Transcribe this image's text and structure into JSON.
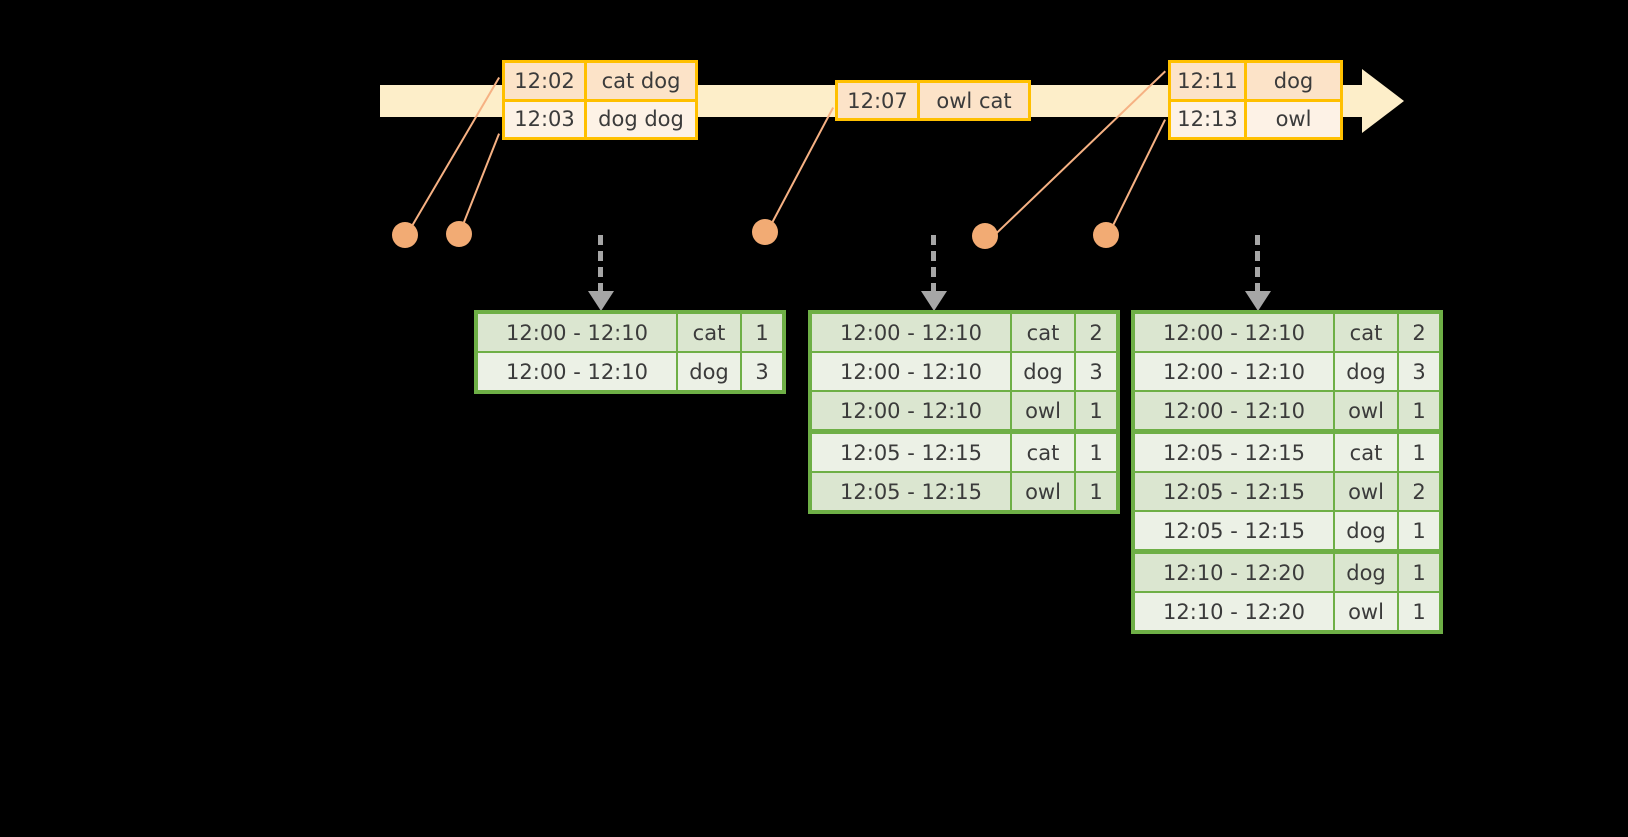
{
  "timeline": {
    "name": "event-stream-timeline",
    "arrow_direction": "right",
    "events": [
      {
        "id": "group-1",
        "rows": [
          {
            "time": "12:02",
            "words": "cat dog"
          },
          {
            "time": "12:03",
            "words": "dog dog"
          }
        ]
      },
      {
        "id": "group-2",
        "rows": [
          {
            "time": "12:07",
            "words": "owl cat"
          }
        ]
      },
      {
        "id": "group-3",
        "rows": [
          {
            "time": "12:11",
            "words": "dog"
          },
          {
            "time": "12:13",
            "words": "owl"
          }
        ]
      }
    ]
  },
  "result_tables": [
    {
      "id": "table-1",
      "rows": [
        {
          "window": "12:00 - 12:10",
          "word": "cat",
          "count": "1"
        },
        {
          "window": "12:00 - 12:10",
          "word": "dog",
          "count": "3"
        }
      ]
    },
    {
      "id": "table-2",
      "rows": [
        {
          "window": "12:00 - 12:10",
          "word": "cat",
          "count": "2"
        },
        {
          "window": "12:00 - 12:10",
          "word": "dog",
          "count": "3"
        },
        {
          "window": "12:00 - 12:10",
          "word": "owl",
          "count": "1"
        },
        {
          "window": "12:05 - 12:15",
          "word": "cat",
          "count": "1"
        },
        {
          "window": "12:05 - 12:15",
          "word": "owl",
          "count": "1"
        }
      ]
    },
    {
      "id": "table-3",
      "rows": [
        {
          "window": "12:00 - 12:10",
          "word": "cat",
          "count": "2"
        },
        {
          "window": "12:00 - 12:10",
          "word": "dog",
          "count": "3"
        },
        {
          "window": "12:00 - 12:10",
          "word": "owl",
          "count": "1"
        },
        {
          "window": "12:05 - 12:15",
          "word": "cat",
          "count": "1"
        },
        {
          "window": "12:05 - 12:15",
          "word": "owl",
          "count": "2"
        },
        {
          "window": "12:05 - 12:15",
          "word": "dog",
          "count": "1"
        },
        {
          "window": "12:10 - 12:20",
          "word": "dog",
          "count": "1"
        },
        {
          "window": "12:10 - 12:20",
          "word": "owl",
          "count": "1"
        }
      ]
    }
  ],
  "colors": {
    "background": "#000000",
    "timeline_fill": "#fdeec9",
    "event_border": "#ffc000",
    "event_fill_dark": "#fce3c8",
    "event_fill_light": "#fdf2e6",
    "connector": "#f2ab74",
    "table_border": "#6eaf46",
    "table_fill_dark": "#dbe6d0",
    "table_fill_light": "#ecf1e6",
    "dashed_arrow": "#a6a6a6",
    "text": "#3b3b3b"
  }
}
